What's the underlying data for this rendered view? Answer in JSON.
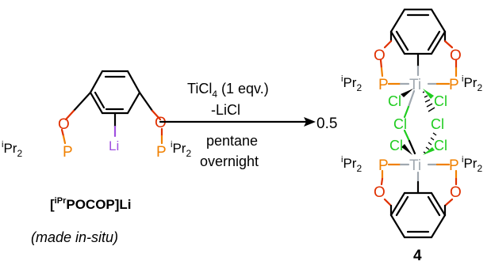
{
  "colors": {
    "oxygen": "#e03000",
    "phosphorus": "#f08000",
    "lithium": "#a050e0",
    "titanium": "#a0a8b0",
    "chlorine": "#1fcc1f",
    "ink": "#000000"
  },
  "reactant": {
    "O": "O",
    "P": "P",
    "Li": "Li",
    "iPr_sup": "i",
    "Pr": "Pr",
    "sub2": "2",
    "name_open": "[",
    "name_sup": "iPr",
    "name_main": "POCOP]Li",
    "note": "(made in-situ)"
  },
  "conditions": {
    "reagent": "TiCl",
    "reagent_sub": "4",
    "reagent_tail": " (1 eqv.)",
    "byproduct": "-LiCl",
    "solvent": "pentane",
    "time": "overnight"
  },
  "product": {
    "coefficient": "0.5",
    "Ti": "Ti",
    "Cl": "Cl",
    "label": "4"
  }
}
